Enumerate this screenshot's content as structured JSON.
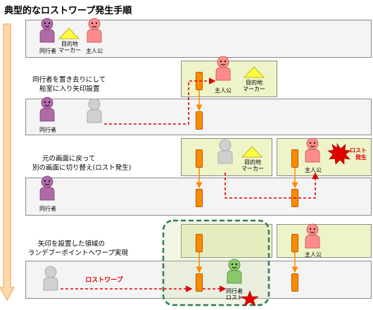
{
  "title": "典型的なロストワープ発生手順",
  "labels": {
    "companion": "同行者",
    "destination_marker_1": "目的地",
    "destination_marker_2": "マーカー",
    "protagonist": "主人公",
    "lost_warp": "ロストワープ",
    "lost_burst_1": "ロスト",
    "lost_burst_2": "発生",
    "companion_lost_1": "同行者",
    "companion_lost_2": "ロスト"
  },
  "steps": [
    {
      "line1": "同行者を置き去りにして",
      "line2": "船室に入り矢印設置"
    },
    {
      "line1": "元の画面に戻って",
      "line2": "別の画面に切り替え(ロスト発生)"
    },
    {
      "line1": "矢印を設置した領域の",
      "line2": "ランデブーポイントへワープ実現"
    }
  ],
  "colors": {
    "companion_body": "#b06aa8",
    "protagonist_body": "#ff8c8c",
    "ghost_body": "#d0d0d0",
    "lost_body": "#8cc86a",
    "marker": "#ffff40",
    "arrow_red": "#e00000",
    "arrow_orange": "#ff8a00",
    "panel": "#eef3c8",
    "timeline": "#ffd8a8",
    "highlight_border": "#2e7d4f"
  }
}
